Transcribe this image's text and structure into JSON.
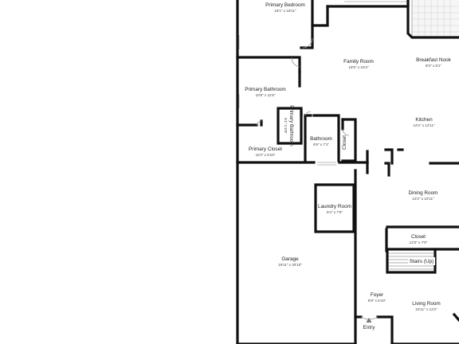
{
  "rooms": {
    "primary_bedroom": {
      "name": "Primary Bedroom",
      "dim": "15'1\" x 16'11\""
    },
    "family_room": {
      "name": "Family Room",
      "dim": "18'5\" x 19'4\""
    },
    "breakfast_nook": {
      "name": "Breakfast Nook",
      "dim": "8'3\" x 8'1\""
    },
    "primary_bathroom": {
      "name": "Primary Bathroom",
      "dim": "10'8\" x 11'5\""
    },
    "primary_bathroom_small": {
      "name": "Primary Bathroom",
      "dim": "5'1\" x 5'8\""
    },
    "bathroom": {
      "name": "Bathroom",
      "dim": "5'9\" x 7'1\""
    },
    "closet_mid": {
      "name": "Closet"
    },
    "kitchen": {
      "name": "Kitchen",
      "dim": "12'2\" x 12'11\""
    },
    "primary_closet": {
      "name": "Primary Closet",
      "dim": "11'0\" x 5'10\""
    },
    "laundry_room": {
      "name": "Laundry Room",
      "dim": "6'4\" x 7'5\""
    },
    "dining_room": {
      "name": "Dining Room",
      "dim": "12'2\" x 10'11\""
    },
    "closet_right": {
      "name": "Closet",
      "dim": "12'2\" x 7'0\""
    },
    "stairs": {
      "name": "Stairs (Up)"
    },
    "garage": {
      "name": "Garage",
      "dim": "19'11\" x 30'10\""
    },
    "foyer": {
      "name": "Foyer",
      "dim": "6'9\" x 5'10\""
    },
    "living_room": {
      "name": "Living Room",
      "dim": "10'11\" x 12'2\""
    },
    "entry": {
      "name": "Entry"
    }
  },
  "colors": {
    "wall": "#111111",
    "background": "#ffffff",
    "text": "#222222"
  },
  "icons": {
    "entry_marker": "triangle-up-icon"
  }
}
